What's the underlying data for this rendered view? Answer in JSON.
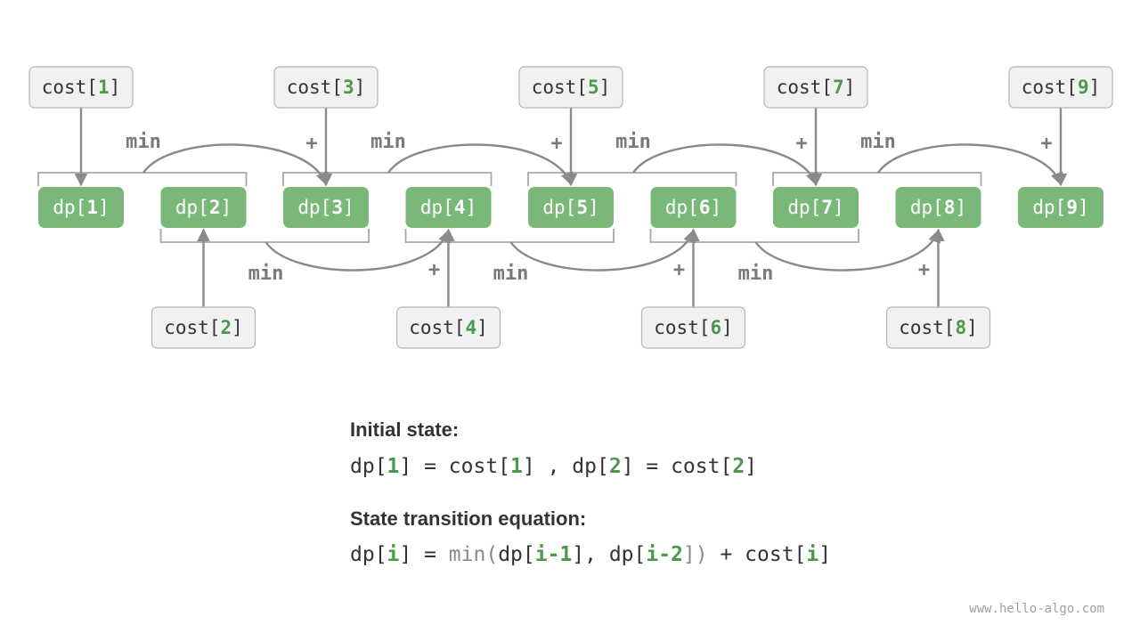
{
  "diagram": {
    "colors": {
      "dp_fill": "#7ab87a",
      "index_green": "#4a9a4a",
      "cost_fill": "#f1f1f1",
      "wire": "#8a8a8a"
    },
    "dp_nodes": [
      {
        "prefix": "dp[",
        "index": "1",
        "suffix": "]"
      },
      {
        "prefix": "dp[",
        "index": "2",
        "suffix": "]"
      },
      {
        "prefix": "dp[",
        "index": "3",
        "suffix": "]"
      },
      {
        "prefix": "dp[",
        "index": "4",
        "suffix": "]"
      },
      {
        "prefix": "dp[",
        "index": "5",
        "suffix": "]"
      },
      {
        "prefix": "dp[",
        "index": "6",
        "suffix": "]"
      },
      {
        "prefix": "dp[",
        "index": "7",
        "suffix": "]"
      },
      {
        "prefix": "dp[",
        "index": "8",
        "suffix": "]"
      },
      {
        "prefix": "dp[",
        "index": "9",
        "suffix": "]"
      }
    ],
    "cost_nodes": [
      {
        "prefix": "cost[",
        "index": "1",
        "suffix": "]"
      },
      {
        "prefix": "cost[",
        "index": "2",
        "suffix": "]"
      },
      {
        "prefix": "cost[",
        "index": "3",
        "suffix": "]"
      },
      {
        "prefix": "cost[",
        "index": "4",
        "suffix": "]"
      },
      {
        "prefix": "cost[",
        "index": "5",
        "suffix": "]"
      },
      {
        "prefix": "cost[",
        "index": "6",
        "suffix": "]"
      },
      {
        "prefix": "cost[",
        "index": "7",
        "suffix": "]"
      },
      {
        "prefix": "cost[",
        "index": "8",
        "suffix": "]"
      },
      {
        "prefix": "cost[",
        "index": "9",
        "suffix": "]"
      }
    ],
    "min_label": "min",
    "plus_label": "+"
  },
  "initial": {
    "heading": "Initial state:",
    "t1": "dp[",
    "t2": "1",
    "t3": "] = cost[",
    "t4": "1",
    "t5": "] , dp[",
    "t6": "2",
    "t7": "] = cost[",
    "t8": "2",
    "t9": "]"
  },
  "transition": {
    "heading": "State transition equation:",
    "t1": "dp[",
    "t2": "i",
    "t3": "] = ",
    "t4": "min(",
    "t5": "dp[",
    "t6": "i-1",
    "t7": "], dp[",
    "t8": "i-2",
    "t9": "])",
    "t10": " + cost[",
    "t11": "i",
    "t12": "]"
  },
  "watermark": "www.hello-algo.com"
}
